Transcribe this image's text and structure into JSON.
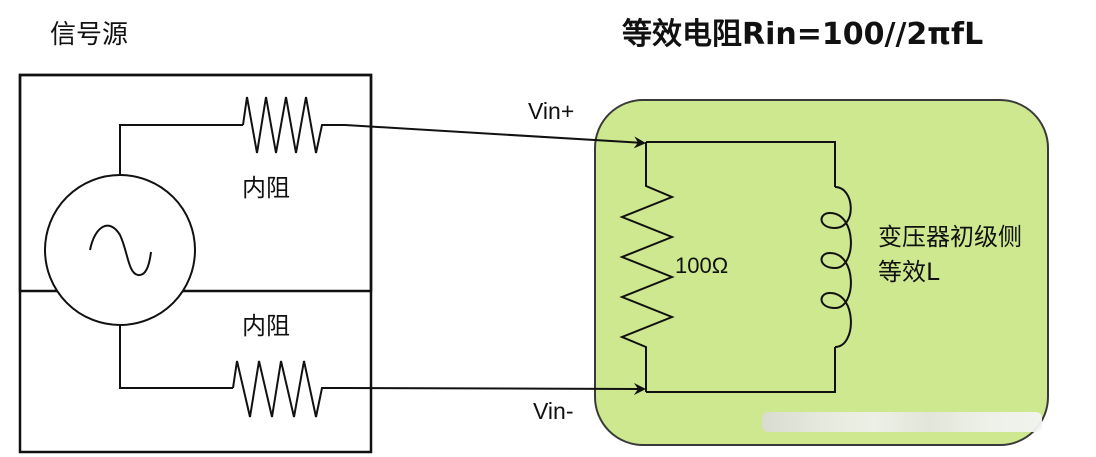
{
  "diagram": {
    "source_title": "信号源",
    "equivalent_title": "等效电阻Rin=100//2πfL",
    "internal_resistor_top_label": "内阻",
    "internal_resistor_bottom_label": "内阻",
    "vin_plus_label": "Vin+",
    "vin_minus_label": "Vin-",
    "load_resistor_label": "100Ω",
    "inductor_label": "变压器初级侧等效L",
    "colors": {
      "line": "#111111",
      "load_box_fill": "#cde88e",
      "load_box_stroke": "#3a3a3a",
      "background": "#ffffff"
    }
  }
}
